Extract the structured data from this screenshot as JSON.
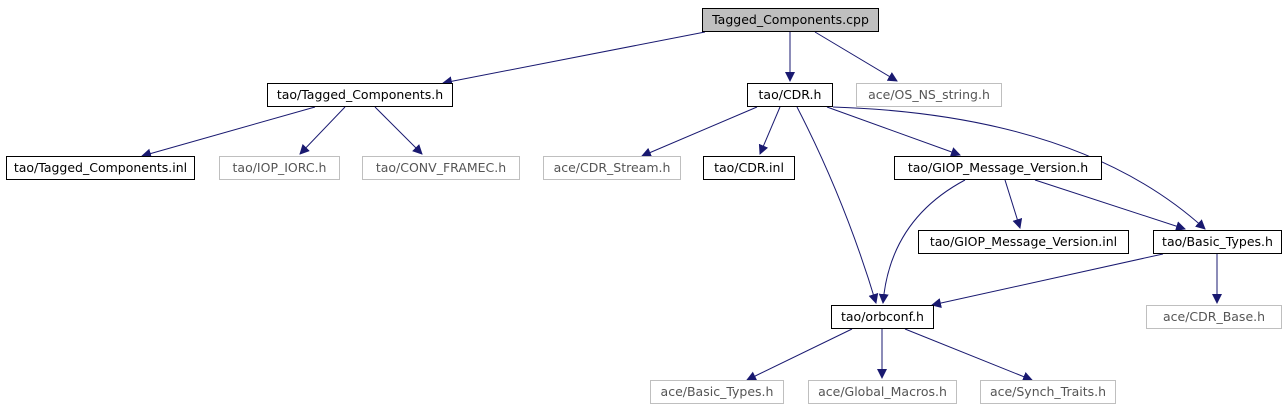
{
  "colors": {
    "edge": "#191970",
    "root_fill": "#bfbfbf",
    "solid_border": "#000000",
    "ghost_border": "#bfbfbf"
  },
  "nodes": {
    "root": "Tagged_Components.cpp",
    "tagged_components_h": "tao/Tagged_Components.h",
    "cdr_h": "tao/CDR.h",
    "os_ns_string_h": "ace/OS_NS_string.h",
    "tagged_components_inl": "tao/Tagged_Components.inl",
    "iop_iorc_h": "tao/IOP_IORC.h",
    "conv_framec_h": "tao/CONV_FRAMEC.h",
    "cdr_stream_h": "ace/CDR_Stream.h",
    "cdr_inl": "tao/CDR.inl",
    "giop_message_version_h": "tao/GIOP_Message_Version.h",
    "giop_message_version_inl": "tao/GIOP_Message_Version.inl",
    "basic_types_h": "tao/Basic_Types.h",
    "orbconf_h": "tao/orbconf.h",
    "cdr_base_h": "ace/CDR_Base.h",
    "ace_basic_types_h": "ace/Basic_Types.h",
    "global_macros_h": "ace/Global_Macros.h",
    "synch_traits_h": "ace/Synch_Traits.h"
  }
}
